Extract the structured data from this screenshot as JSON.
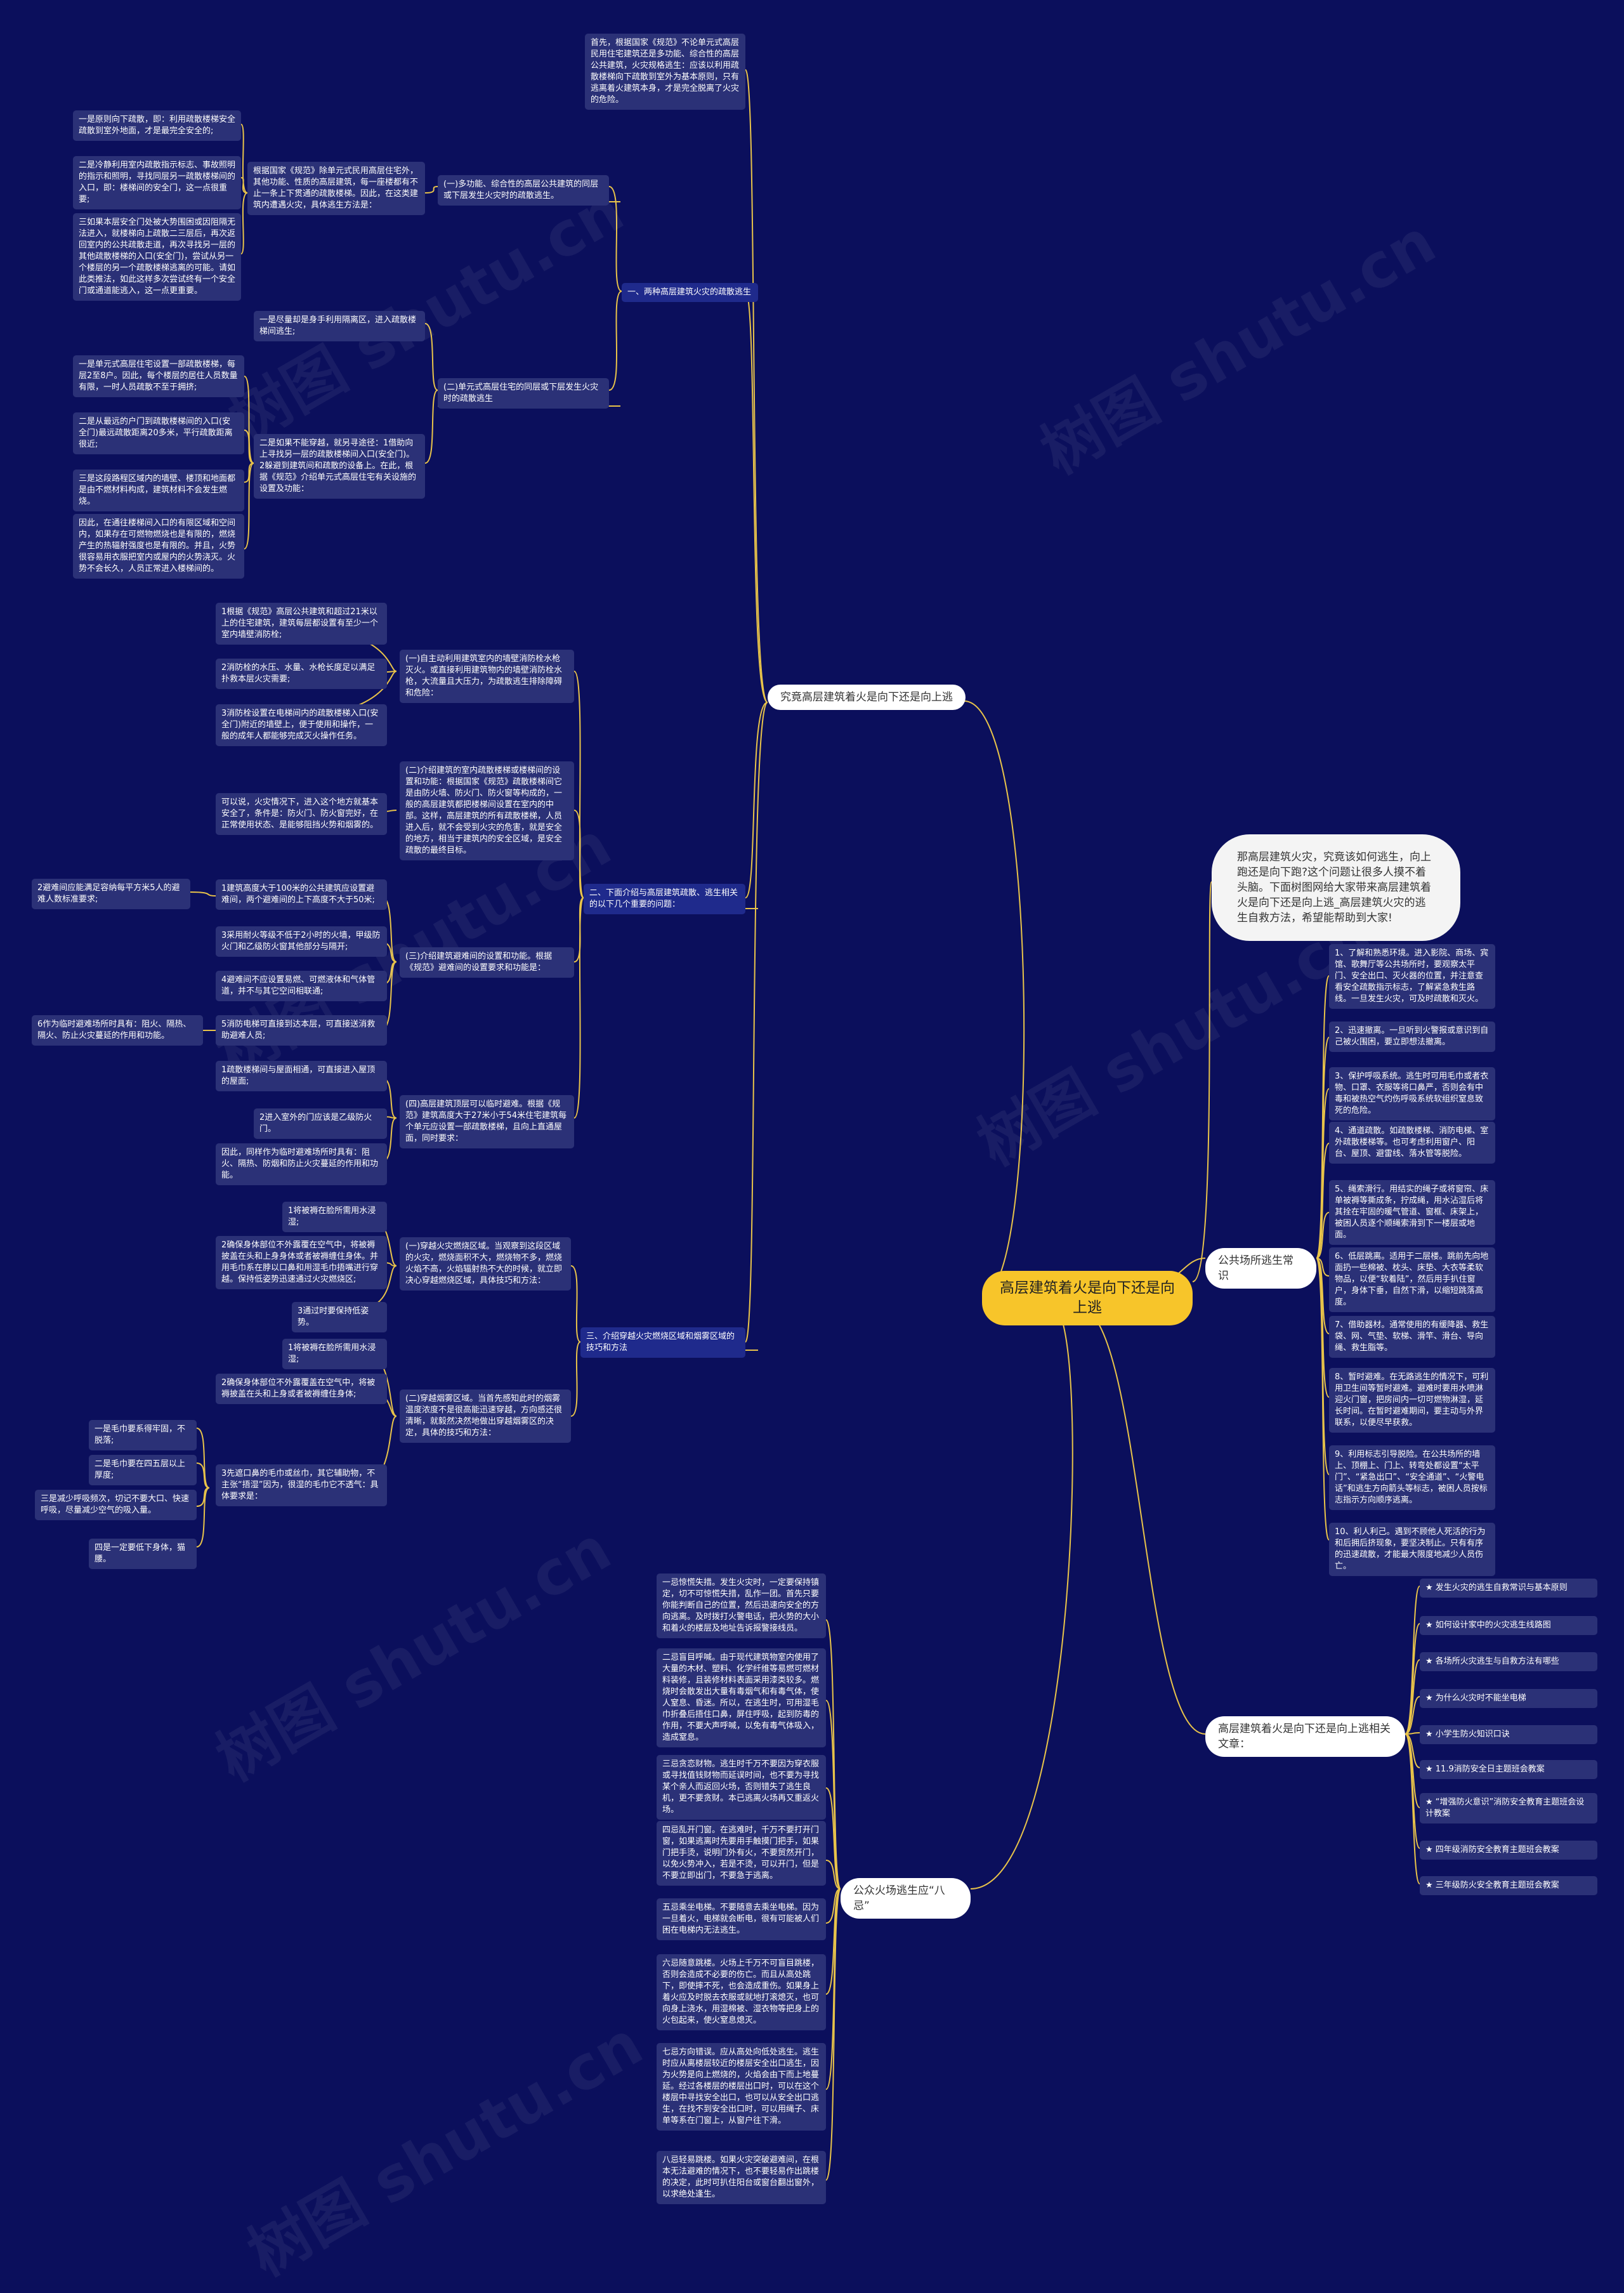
{
  "watermarks": [
    "树图 shutu.cn",
    "树图 shutu.cn",
    "树图 shutu.cn",
    "树图 shutu.cn",
    "树图 shutu.cn",
    "树图 shutu.cn"
  ],
  "root": "高层建筑着火是向下还是向上逃",
  "intro": "那高层建筑火灾，究竟该如何逃生，向上跑还是向下跑?这个问题让很多人摸不着头脑。下面树图网给大家带来高层建筑着火是向下还是向上逃_高层建筑火灾的逃生自救方法，希望能帮助到大家!",
  "branch1": {
    "label": "究竟高层建筑着火是向下还是向上逃",
    "top_text": "首先，根据国家《规范》不论单元式高层民用住宅建筑还是多功能、综合性的高层公共建筑，火灾规格逃生：应该以利用疏散楼梯向下疏散到室外为基本原则，只有逃离着火建筑本身，才是完全脱离了火灾的危险。",
    "sec1": {
      "label": "一、两种高层建筑火灾的疏散逃生",
      "s1": {
        "label": "(一)多功能、综合性的高层公共建筑的同层或下层发生火灾时的疏散逃生。",
        "intro": "根据国家《规范》除单元式民用高层住宅外，其他功能、性质的高层建筑，每一座楼都有不止一条上下贯通的疏散楼梯。因此，在这类建筑内遭遇火灾，具体逃生方法是：",
        "items": [
          "一是原则向下疏散，即：利用疏散楼梯安全疏散到室外地面，才是最完全安全的;",
          "二是冷静利用室内疏散指示标志、事故照明的指示和照明，寻找同层另一疏散楼梯间的入口，即：楼梯间的安全门，这一点很重要;",
          "三如果本层安全门处被大势围困或因阻隔无法进入，就楼梯向上疏散二三层后，再次返回室内的公共疏散走道，再次寻找另一层的其他疏散楼梯的入口(安全门)，尝试从另一个楼层的另一个疏散楼梯逃离的可能。请如此类推法，如此这样多次尝试终有一个安全门或通道能逃入，这一点更重要。"
        ]
      },
      "s2": {
        "label": "(二)单元式高层住宅的同层或下层发生火灾时的疏散逃生",
        "first": "一是尽量却是身手利用隔离区，进入疏散楼梯间逃生;",
        "second": "二是如果不能穿越，就另寻途径：1借助向上寻找另一层的疏散楼梯间入口(安全门)。2躲避到建筑间和疏散的设备上。在此，根据《规范》介绍单元式高层住宅有关设施的设置及功能：",
        "items": [
          "一是单元式高层住宅设置一部疏散楼梯，每层2至8户。因此，每个楼层的居住人员数量有限，一时人员疏散不至于拥挤;",
          "二是从最远的户门到疏散楼梯间的入口(安全门)最远疏散距离20多米，平行疏散距离很近;",
          "三是这段路程区域内的墙壁、楼顶和地面都是由不燃材料构成，建筑材料不会发生燃烧。",
          "因此，在通往楼梯间入口的有限区域和空间内，如果存在可燃物燃烧也是有限的，燃烧产生的热辐射强度也是有限的。并且，火势很容易用衣服把室内或屋内的火势浇灭。火势不会长久，人员正常进入楼梯间的。"
        ]
      }
    },
    "sec2": {
      "label": "二、下面介绍与高层建筑疏散、逃生相关的以下几个重要的问题：",
      "s1": {
        "label": "(一)自主动利用建筑室内的墙壁消防栓水枪灭火。或直接利用建筑物内的墙壁消防栓水枪，大流量且大压力，为疏散逃生排除障碍和危险：",
        "items": [
          "1根据《规范》高层公共建筑和超过21米以上的住宅建筑，建筑每层都设置有至少一个室内墙壁消防栓;",
          "2消防栓的水压、水量、水枪长度足以满足扑救本层火灾需要;",
          "3消防栓设置在电梯间内的疏散楼梯入口(安全门)附近的墙壁上，便于使用和操作，一般的成年人都能够完成灭火操作任务。"
        ]
      },
      "s2": {
        "label": "(二)介绍建筑的室内疏散楼梯或楼梯间的设置和功能：根据国家《规范》疏散楼梯间它是由防火墙、防火门、防火窗等构成的，一般的高层建筑都把楼梯间设置在室内的中部。这样，高层建筑的所有疏散楼梯，人员进入后，就不会受到火灾的危害，就是安全的地方，相当于建筑内的安全区域，是安全疏散的最终目标。",
        "side": "可以说，火灾情况下，进入这个地方就基本安全了，条件是：防火门、防火窗完好，在正常使用状态、是能够阻挡火势和烟雾的。"
      },
      "s3": {
        "label": "(三)介绍建筑避难间的设置和功能。根据《规范》避难间的设置要求和功能是：",
        "items": [
          "1建筑高度大于100米的公共建筑应设置避难间，两个避难间的上下高度不大于50米;",
          "3采用耐火等级不低于2小时的火墙，甲级防火门和乙级防火窗其他部分与隔开;",
          "4避难间不应设置易燃、可燃液体和气体管道，并不与其它空间相联通;",
          "5消防电梯可直接到达本层，可直接送消救助避难人员;"
        ],
        "left1": "2避难间应能满足容纳每平方米5人的避难人数标准要求;",
        "left2": "6作为临时避难场所时具有：阻火、隔热、隔火、防止火灾蔓延的作用和功能。"
      },
      "s4": {
        "label": "(四)高层建筑顶层可以临时避难。根据《规范》建筑高度大于27米小于54米住宅建筑每个单元应设置一部疏散楼梯，且向上直通屋面，同时要求：",
        "items": [
          "1疏散楼梯间与屋面相通，可直接进入屋顶的屋面;",
          "2进入室外的门应该是乙级防火门。",
          "因此，同样作为临时避难场所时具有：阻火、隔热、防烟和防止火灾蔓延的作用和功能。"
        ]
      }
    },
    "sec3": {
      "label": "三、介绍穿越火灾燃烧区域和烟雾区域的技巧和方法",
      "s1": {
        "label": "(一)穿越火灾燃烧区域。当观察到这段区域的火灾，燃烧面积不大，燃烧物不多，燃烧火焰不高，火焰辐射热不大的时候，就立即决心穿越燃烧区域，具体技巧和方法：",
        "items": [
          "1将被褥在脸所需用水浸湿;",
          "2确保身体部位不外露覆在空气中，将被褥披盖在头和上身身体或者被褥缠住身体。并用毛巾系在脖以口鼻和用湿毛巾捂嘴进行穿越。保持低姿势迅速通过火灾燃烧区;",
          "3通过时要保持低姿势。"
        ]
      },
      "s2": {
        "label": "(二)穿越烟雾区域。当首先感知此时的烟雾温度浓度不是很高能迅速穿越，方向感还很清晰，就毅然决然地做出穿越烟雾区的决定，具体的技巧和方法：",
        "items": [
          "1将被褥在脸所需用水浸湿;",
          "2确保身体部位不外露覆盖在空气中，将被褥披盖在头和上身或者被褥缠住身体;",
          "3先遮口鼻的毛巾或丝巾，其它辅助物，不主张“捂湿”因为，很湿的毛巾它不透气：具体要求是："
        ],
        "sub": [
          "一是毛巾要系得牢固，不脱落;",
          "二是毛巾要在四五层以上厚度;",
          "三是减少呼吸频次，切记不要大口、快速呼吸，尽量减少空气的吸入量。",
          "四是一定要低下身体，猫腰。"
        ]
      }
    }
  },
  "branch_public": {
    "label": "公共场所逃生常识",
    "items": [
      "1、了解和熟悉环境。进入影院、商场、宾馆、歌舞厅等公共场所时，要观察太平门、安全出口、灭火器的位置，并注意查看安全疏散指示标志，了解紧急救生路线。一旦发生火灾，可及时疏散和灭火。",
      "2、迅速撤离。一旦听到火警报或意识到自己被火围困，要立即想法撤离。",
      "3、保护呼吸系统。逃生时可用毛巾或者衣物、口罩、衣服等将口鼻严，否则会有中毒和被热空气灼伤呼吸系统软组织窒息致死的危险。",
      "4、通道疏散。如疏散楼梯、消防电梯、室外疏散楼梯等。也可考虑利用窗户、阳台、屋顶、避雷线、落水管等脱险。",
      "5、绳索滑行。用结实的绳子或将窗帘、床单被褥等撕成条，拧成绳，用水沾湿后将其拴在牢固的暖气管道、窗框、床架上，被困人员逐个顺绳索滑到下一楼层或地面。",
      "6、低层跳离。适用于二层楼。跳前先向地面扔一些棉被、枕头、床垫、大衣等柔软物品，以便“软着陆”，然后用手扒住窗户，身体下垂，自然下滑，以缩短跳落高度。",
      "7、借助器材。通常使用的有缓降器、救生袋、网、气垫、软梯、滑竿、滑台、导向绳、救生脂等。",
      "8、暂时避难。在无路逃生的情况下，可利用卫生间等暂时避难。避难时要用水喷淋迎火门窗，把房间内一切可燃物淋湿，延长时间。在暂时避难期间，要主动与外界联系，以便尽早获救。",
      "9、利用标志引导脱险。在公共场所的墙上、顶棚上、门上、转弯处都设置“太平门”、“紧急出口”、“安全通道”、“火警电话”和逃生方向箭头等标志，被困人员按标志指示方向顺序逃离。",
      "10、利人利己。遇到不顾他人死活的行为和后拥后挤现象，要坚决制止。只有有序的迅速疏散，才能最大限度地减少人员伤亡。"
    ]
  },
  "branch_related": {
    "label": "高层建筑着火是向下还是向上逃相关文章：",
    "items": [
      "★ 发生火灾的逃生自救常识与基本原则",
      "★ 如何设计家中的火灾逃生线路图",
      "★ 各场所火灾逃生与自救方法有哪些",
      "★ 为什么火灾时不能坐电梯",
      "★ 小学生防火知识口诀",
      "★ 11.9消防安全日主题班会教案",
      "★ “增强防火意识”消防安全教育主题班会设计教案",
      "★ 四年级消防安全教育主题班会教案",
      "★ 三年级防火安全教育主题班会教案"
    ]
  },
  "branch_eight": {
    "label": "公众火场逃生应“八忌”",
    "items": [
      "一忌惊慌失措。发生火灾时，一定要保持镇定，切不可惊慌失措，乱作一团。首先只要你能判断自己的位置，然后迅速向安全的方向逃离。及时拨打火警电话，把火势的大小和着火的楼层及地址告诉报警接线员。",
      "二忌盲目呼喊。由于现代建筑物室内使用了大量的木材、塑料、化学纤维等易燃可燃材料装修，且装修材料表面采用漆类较多。燃烧时会散发出大量有毒烟气和有毒气体，使人窒息、昏迷。所以，在逃生时，可用湿毛巾折叠后捂住口鼻，屏住呼吸，起到防毒的作用，不要大声呼喊，以免有毒气体吸入，造成窒息。",
      "三忌贪恋财物。逃生时千万不要因为穿衣服或寻找值钱财物而延误时间，也不要为寻找某个亲人而返回火场，否则错失了逃生良机，更不要贪财。本已逃离火场再又重返火场。",
      "四忌乱开门窗。在逃难时，千万不要打开门窗，如果逃离时先要用手触摸门把手，如果门把手烫，说明门外有火，不要贸然开门，以免火势冲入，若是不烫，可以开门，但是不要立即出门，不要急于逃离。",
      "五忌乘坐电梯。不要随意去乘坐电梯。因为一旦着火，电梯就会断电，很有可能被人们困在电梯内无法逃生。",
      "六忌随意跳楼。火场上千万不可盲目跳楼，否则会造成不必要的伤亡。而且从高处跳下，即使摔不死，也会造成重伤。如果身上着火应及时脱去衣服或就地打滚熄灭，也可向身上浇水，用湿棉被、湿衣物等把身上的火包起来，使火窒息熄灭。",
      "七忌方向错误。应从高处向低处逃生。逃生时应从离楼层较近的楼层安全出口逃生，因为火势是向上燃烧的，火焰会由下而上地蔓延。经过各楼层的楼层出口时，可以在这个楼层中寻找安全出口，也可以从安全出口逃生，在找不到安全出口时，可以用绳子、床单等系在门窗上，从窗户往下滑。",
      "八忌轻易跳楼。如果火灾突破避难间，在根本无法避难的情况下，也不要轻易作出跳楼的决定，此时可扒住阳台或窗台翻出窗外，以求绝处逢生。"
    ]
  }
}
